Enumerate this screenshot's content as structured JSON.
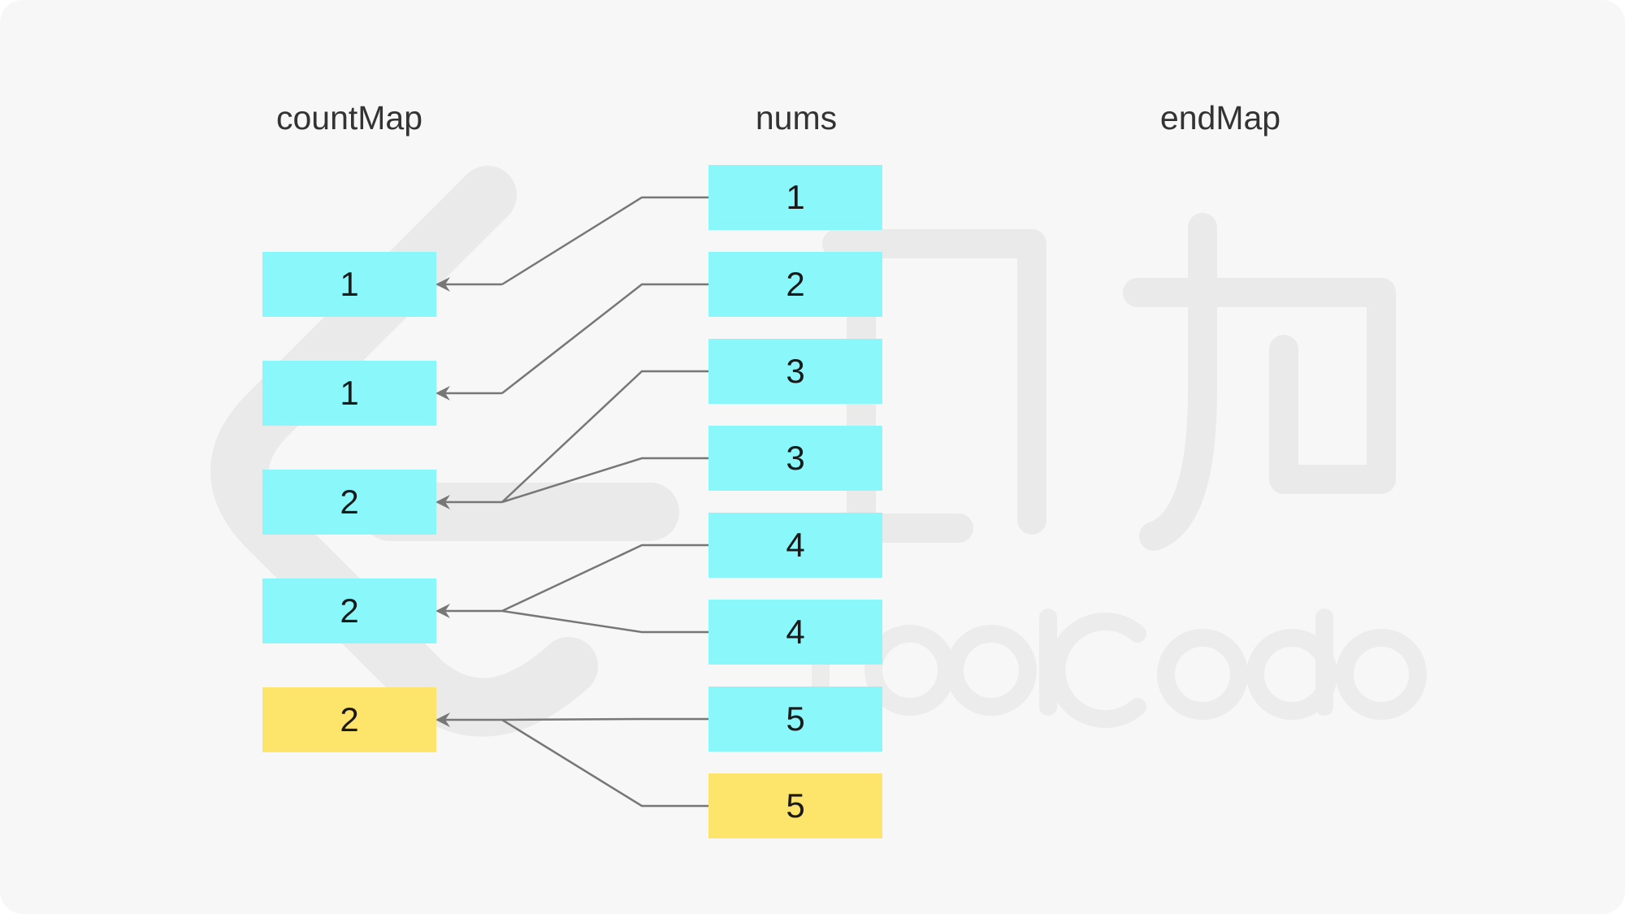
{
  "columns": {
    "count": {
      "title": "countMap"
    },
    "nums": {
      "title": "nums"
    },
    "end": {
      "title": "endMap"
    }
  },
  "nums": [
    {
      "value": "1",
      "highlight": false
    },
    {
      "value": "2",
      "highlight": false
    },
    {
      "value": "3",
      "highlight": false
    },
    {
      "value": "3",
      "highlight": false
    },
    {
      "value": "4",
      "highlight": false
    },
    {
      "value": "4",
      "highlight": false
    },
    {
      "value": "5",
      "highlight": false
    },
    {
      "value": "5",
      "highlight": true
    }
  ],
  "countMap": [
    {
      "value": "1",
      "highlight": false
    },
    {
      "value": "1",
      "highlight": false
    },
    {
      "value": "2",
      "highlight": false
    },
    {
      "value": "2",
      "highlight": false
    },
    {
      "value": "2",
      "highlight": true
    }
  ],
  "edges": [
    {
      "from": 0,
      "to": 0
    },
    {
      "from": 1,
      "to": 1
    },
    {
      "from": 2,
      "to": 2
    },
    {
      "from": 3,
      "to": 2
    },
    {
      "from": 4,
      "to": 3
    },
    {
      "from": 5,
      "to": 3
    },
    {
      "from": 6,
      "to": 4
    },
    {
      "from": 7,
      "to": 4
    }
  ],
  "colors": {
    "cell": "#8af8fb",
    "highlight": "#fde46a",
    "arrow": "#777777",
    "panel": "#f7f7f7"
  }
}
